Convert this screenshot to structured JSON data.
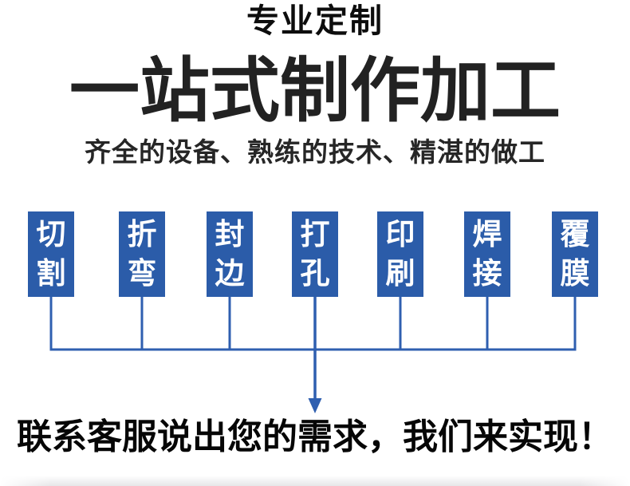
{
  "header": {
    "kicker": "专业定制",
    "title": "一站式制作加工",
    "subtitle": "齐全的设备、熟练的技术、精湛的做工"
  },
  "process": {
    "items": [
      {
        "label": "切割"
      },
      {
        "label": "折弯"
      },
      {
        "label": "封边"
      },
      {
        "label": "打孔"
      },
      {
        "label": "印刷"
      },
      {
        "label": "焊接"
      },
      {
        "label": "覆膜"
      }
    ]
  },
  "cta": {
    "text": "联系客服说出您的需求，我们来实现！"
  },
  "colors": {
    "box_blue": "#2b5ca9",
    "line_blue": "#2f5fb0",
    "title_color": "#222222"
  }
}
